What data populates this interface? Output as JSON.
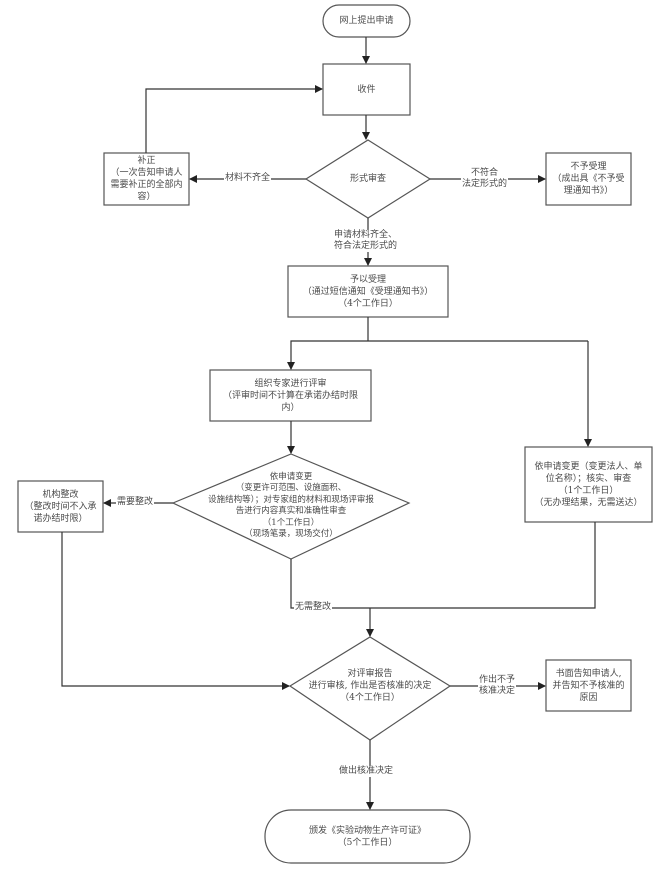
{
  "diagram": {
    "type": "flowchart",
    "nodes": {
      "start": {
        "shape": "terminal",
        "lines": [
          "网上提出申请"
        ]
      },
      "receive": {
        "shape": "process",
        "lines": [
          "收件"
        ]
      },
      "formal_review": {
        "shape": "decision",
        "lines": [
          "形式审查"
        ]
      },
      "correction": {
        "shape": "process",
        "lines": [
          "补正",
          "（一次告知申请人",
          "需要补正的全部内",
          "容）"
        ]
      },
      "reject": {
        "shape": "process",
        "lines": [
          "不予受理",
          "（成出具《不予受",
          "理通知书》）"
        ]
      },
      "accept": {
        "shape": "process",
        "lines": [
          "予以受理",
          "（通过短信通知《受理通知书》）",
          "（4个工作日）"
        ]
      },
      "expert_review": {
        "shape": "process",
        "lines": [
          "组织专家进行评审",
          "（评审时间不计算在承诺办结时限",
          "内）"
        ]
      },
      "change_scope": {
        "shape": "decision",
        "lines": [
          "依申请变更",
          "（变更许可范围、设施面积、",
          "设施结构等）；对专家组的材料和现场评审报",
          "告进行内容真实和准确性审查",
          "（1个工作日）",
          "（现场笔录，现场交付）"
        ]
      },
      "rectify": {
        "shape": "process",
        "lines": [
          "机构整改",
          "（整改时间不入承",
          "诺办结时限）"
        ]
      },
      "change_name": {
        "shape": "process",
        "lines": [
          "依申请变更（变更法人、单",
          "位名称）；核实、审查",
          "（1个工作日）",
          "（无办理结果，无需送达）"
        ]
      },
      "final_review": {
        "shape": "decision",
        "lines": [
          "对评审报告",
          "进行审核, 作出是否核准的决定",
          "（4个工作日）"
        ]
      },
      "notify_reject": {
        "shape": "process",
        "lines": [
          "书面告知申请人,",
          "并告知不予核准的",
          "原因"
        ]
      },
      "issue": {
        "shape": "terminal",
        "lines": [
          "颁发《实验动物生产许可证》",
          "（5个工作日）"
        ]
      }
    },
    "edges": [
      {
        "from": "start",
        "to": "receive",
        "label": ""
      },
      {
        "from": "receive",
        "to": "formal_review",
        "label": ""
      },
      {
        "from": "formal_review",
        "to": "correction",
        "label": "材料不齐全"
      },
      {
        "from": "correction",
        "to": "receive",
        "label": ""
      },
      {
        "from": "formal_review",
        "to": "reject",
        "label": "不符合\n法定形式的"
      },
      {
        "from": "formal_review",
        "to": "accept",
        "label": "申请材料齐全、\n符合法定形式的"
      },
      {
        "from": "accept",
        "to": "expert_review",
        "label": ""
      },
      {
        "from": "accept",
        "to": "change_name",
        "label": ""
      },
      {
        "from": "expert_review",
        "to": "change_scope",
        "label": ""
      },
      {
        "from": "change_scope",
        "to": "rectify",
        "label": "需要整改"
      },
      {
        "from": "change_scope",
        "to": "final_review",
        "label": "无需整改"
      },
      {
        "from": "change_name",
        "to": "final_review",
        "label": ""
      },
      {
        "from": "rectify",
        "to": "final_review",
        "label": ""
      },
      {
        "from": "final_review",
        "to": "notify_reject",
        "label": "作出不予\n核准决定"
      },
      {
        "from": "final_review",
        "to": "issue",
        "label": "做出核准决定"
      }
    ],
    "labels": {
      "incomplete": "材料不齐全",
      "nonconform_1": "不符合",
      "nonconform_2": "法定形式的",
      "complete_1": "申请材料齐全、",
      "complete_2": "符合法定形式的",
      "need_rectify": "需要整改",
      "no_rectify": "无需整改",
      "deny_1": "作出不予",
      "deny_2": "核准决定",
      "approve": "做出核准决定"
    },
    "colors": {
      "line": "#3a3a3a",
      "text": "#4a4a4a",
      "background": "#ffffff"
    }
  }
}
